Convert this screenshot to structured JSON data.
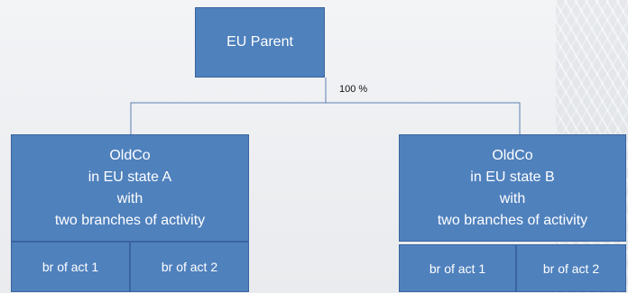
{
  "parent": {
    "label": "EU Parent"
  },
  "ownership": {
    "label": "100 %"
  },
  "subsidiaries": [
    {
      "lines": [
        "OldCo",
        "in EU state A",
        "with",
        "two branches of activity"
      ],
      "branches": [
        "br of act 1",
        "br of act 2"
      ]
    },
    {
      "lines": [
        "OldCo",
        "in EU state B",
        "with",
        "two branches of activity"
      ],
      "branches": [
        "br of act 1",
        "br of act 2"
      ]
    }
  ],
  "colors": {
    "box_fill": "#4f81bd",
    "box_border": "#3a64a0",
    "connector": "#5b7fb0"
  }
}
